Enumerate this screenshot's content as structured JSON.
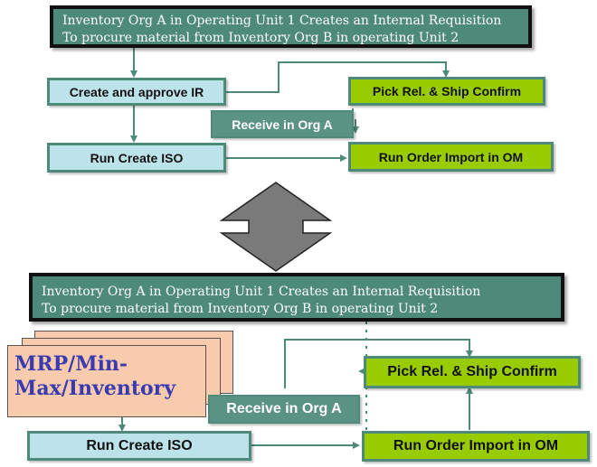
{
  "top": {
    "banner_line1": "Inventory Org A in  Operating Unit 1 Creates an Internal Requisition",
    "banner_line2": "To procure material from Inventory Org B in operating Unit 2",
    "create_approve_ir": "Create and approve IR",
    "run_create_iso": "Run Create ISO",
    "receive_org_a": "Receive in Org A",
    "pick_release": "Pick Rel. & Ship Confirm",
    "run_order_import": "Run Order Import in OM"
  },
  "bottom": {
    "banner_line1": "Inventory Org A in  Operating Unit 1 Creates an Internal Requisition",
    "banner_line2": "To procure material from Inventory Org B in operating Unit 2",
    "mrp_line1": "MRP/Min-",
    "mrp_line2": "Max/Inventory",
    "run_create_iso": "Run Create ISO",
    "receive_org_a": "Receive in Org A",
    "pick_release": "Pick Rel. & Ship Confirm",
    "run_order_import": "Run Order Import in OM"
  },
  "colors": {
    "banner_fill": "#4e8a7a",
    "light_box": "#bde3ea",
    "green_box": "#99cc00",
    "teal_box": "#5a9283",
    "doc_fill": "#f8cbad",
    "arrow_gray": "#7a7a7a"
  }
}
